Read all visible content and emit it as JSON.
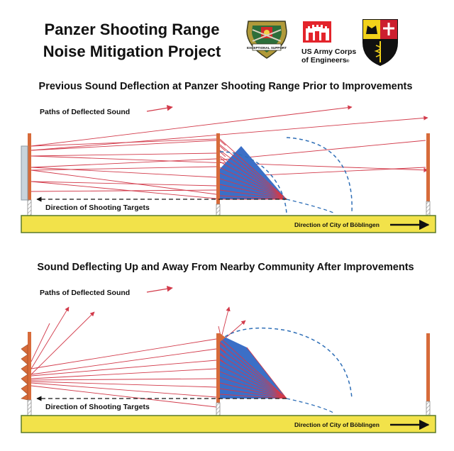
{
  "header": {
    "title_line1": "Panzer Shooting Range",
    "title_line2": "Noise Mitigation Project",
    "logos": {
      "garrison_crest": {
        "icon": "garrison-crest-icon",
        "text": "EXCEPTIONAL SUPPORT"
      },
      "corps": {
        "icon": "usace-castle-icon",
        "line1": "US Army Corps",
        "line2": "of Engineers",
        "mark": "®"
      },
      "local_shield": {
        "icon": "boeblingen-shield-icon"
      }
    }
  },
  "panels": [
    {
      "heading": "Previous Sound Deflection at Panzer Shooting Range Prior to Improvements",
      "paths_label": "Paths of Deflected Sound",
      "targets_label": "Direction of Shooting Targets",
      "city_label": "Direction of City of Böblingen"
    },
    {
      "heading": "Sound Deflecting Up and Away From Nearby Community After Improvements",
      "paths_label": "Paths of Deflected Sound",
      "targets_label": "Direction of Shooting Targets",
      "city_label": "Direction of City of Böblingen"
    }
  ],
  "colors": {
    "ray": "#d23a4a",
    "ground": "#f2e24a",
    "ground_stroke": "#5a7a2a",
    "wall": "#d76b3a",
    "fan": "#3b6fc7",
    "dashed": "#2f6fb7",
    "usace_red": "#e3242b"
  }
}
